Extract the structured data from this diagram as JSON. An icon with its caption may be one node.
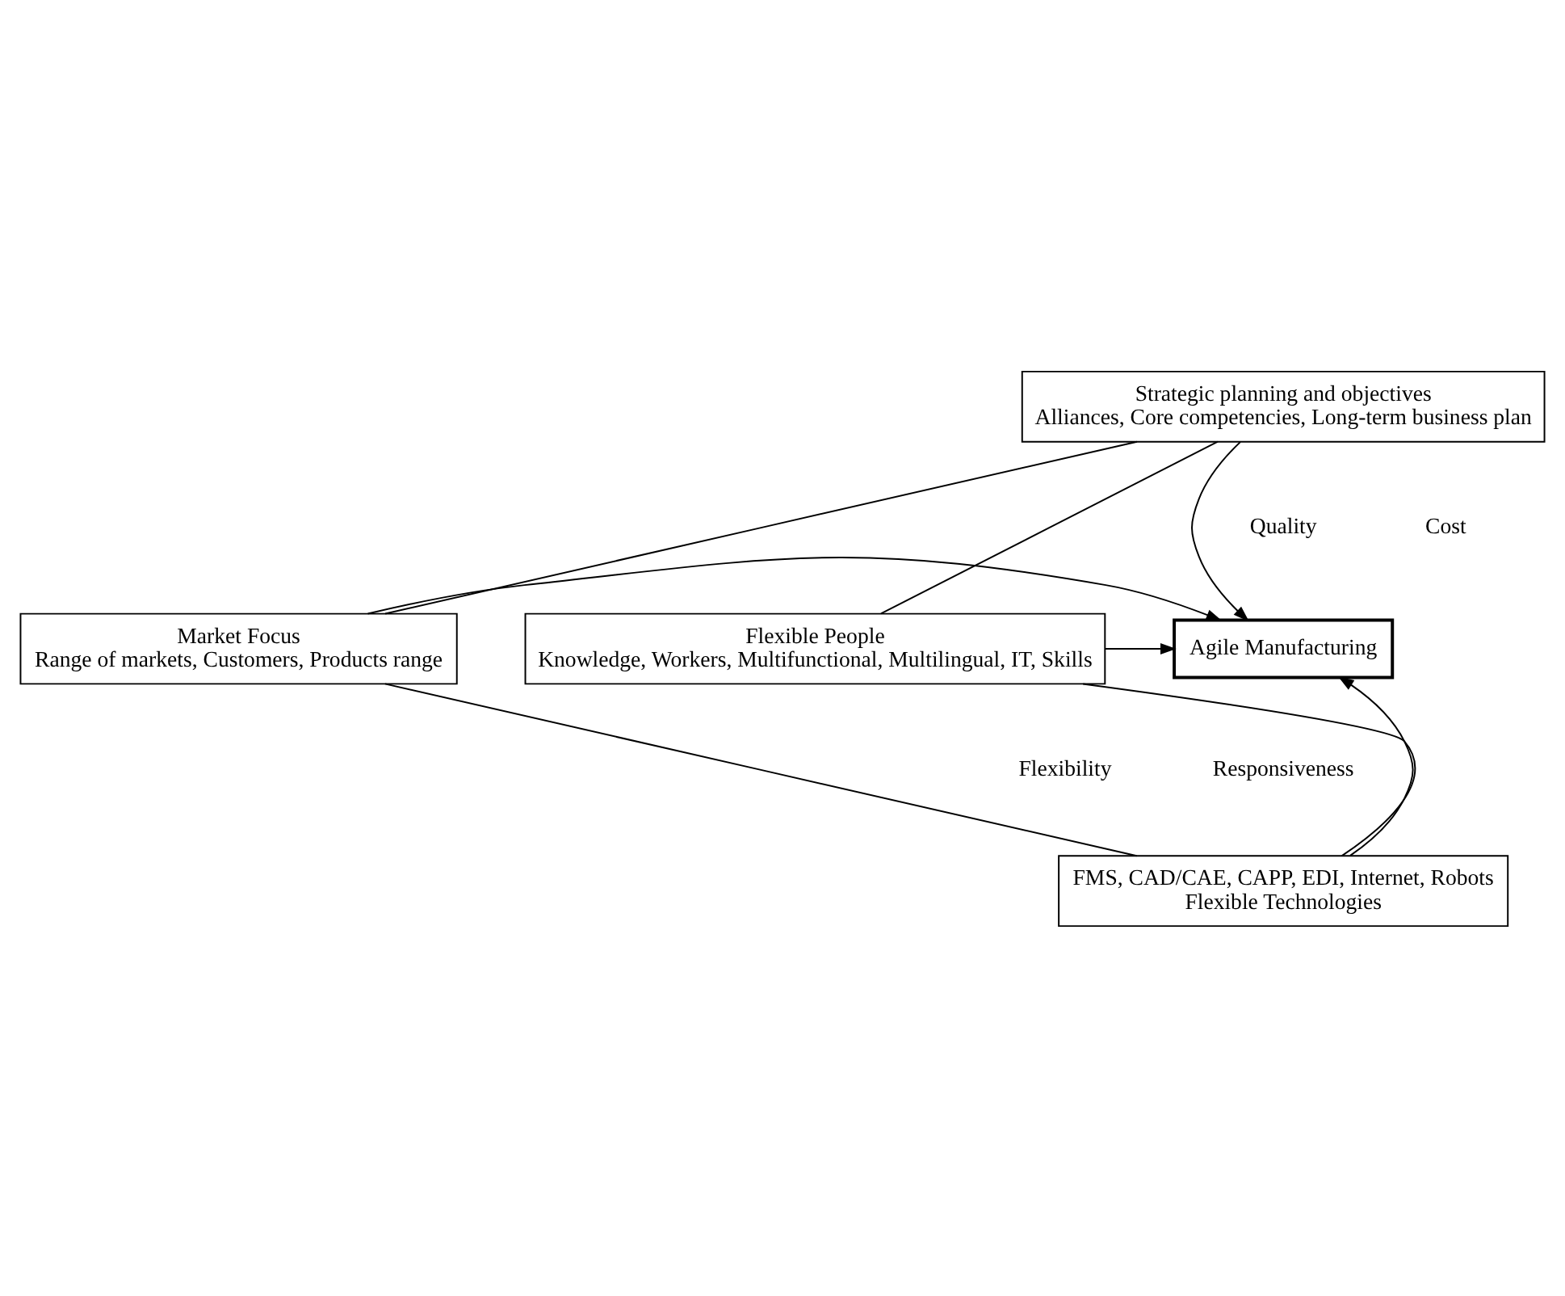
{
  "diagram": {
    "nodes": [
      {
        "text": [
          "Strategic planning and objectives",
          "Alliances, Core competencies, Long-term business plan"
        ]
      },
      {
        "text": [
          "Market Focus",
          "Range of markets, Customers, Products range"
        ]
      },
      {
        "text": [
          "Agile Manufacturing"
        ]
      },
      {
        "text": [
          "Flexible People",
          "Knowledge, Workers, Multifunctional, Multilingual, IT, Skills"
        ]
      },
      {
        "text": [
          "FMS, CAD/CAE, CAPP, EDI, Internet, Robots",
          "Flexible Technologies"
        ]
      }
    ],
    "edges": [
      {
        "from": 0,
        "to": 2,
        "arrow": "to"
      },
      {
        "from": 1,
        "to": 2,
        "arrow": "to"
      },
      {
        "from": 3,
        "to": 2,
        "arrow": "to"
      },
      {
        "from": 4,
        "to": 2,
        "arrow": "to"
      },
      {
        "from": 0,
        "to": 1,
        "arrow": "none"
      },
      {
        "from": 0,
        "to": 3,
        "arrow": "none"
      },
      {
        "from": 1,
        "to": 4,
        "arrow": "none"
      },
      {
        "from": 3,
        "to": 4,
        "arrow": "none"
      }
    ],
    "labels": [
      "Quality",
      "Cost",
      "Flexibility",
      "Responsiveness"
    ]
  }
}
